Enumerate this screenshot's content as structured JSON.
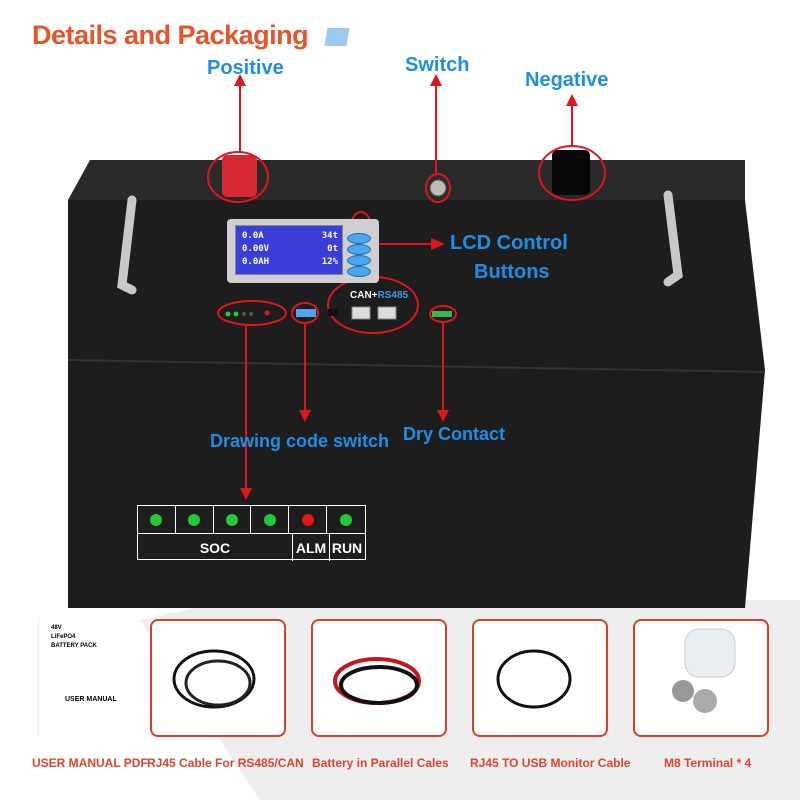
{
  "title": "Details and Packaging",
  "labels": {
    "positive": "Positive",
    "switch": "Switch",
    "negative": "Negative",
    "lcd_line1": "LCD Control",
    "lcd_line2": "Buttons",
    "drawing_code_switch": "Drawing code switch",
    "dry_contact": "Dry Contact",
    "can": "CAN",
    "plus": "+",
    "rs485": "RS485"
  },
  "lcd": {
    "rows": [
      {
        "left": "0.0A",
        "right": "34t"
      },
      {
        "left": "0.00V",
        "right": "0t"
      },
      {
        "left": "0.0AH",
        "right": "12%"
      }
    ]
  },
  "soc_panel": {
    "indicators": [
      "green",
      "green",
      "green",
      "green",
      "red",
      "green"
    ],
    "soc_label": "SOC",
    "alm_label": "ALM",
    "run_label": "RUN"
  },
  "manual": {
    "line1": "48V",
    "line2": "LiFePO4",
    "line3": "BATTERY PACK",
    "title": "USER MANUAL"
  },
  "captions": [
    "USER MANUAL PDF",
    "RJ45 Cable For RS485/CAN",
    "Battery in Parallel Cales",
    "RJ45 TO USB Monitor Cable",
    "M8 Terminal * 4"
  ],
  "colors": {
    "accent": "#e8542a",
    "label_blue": "#1e8fe6",
    "callout_red": "#e0151c",
    "led_green": "#22c83a",
    "led_red": "#e01818"
  }
}
